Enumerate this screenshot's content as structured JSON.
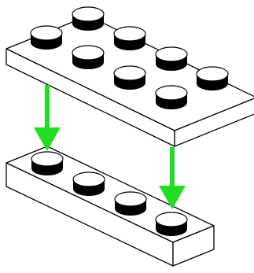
{
  "colors": {
    "background": "#ffffff",
    "outline": "#000000",
    "brick_face": "#ffffff",
    "stud_fill": "#000000",
    "arrow": "#22dd22"
  },
  "diagram": {
    "top_brick": {
      "rows": 2,
      "studs_per_row": 4
    },
    "bottom_brick": {
      "rows": 1,
      "studs_per_row": 4
    },
    "arrows": {
      "count": 2,
      "direction": "down",
      "icon": "arrow-down-icon"
    }
  }
}
